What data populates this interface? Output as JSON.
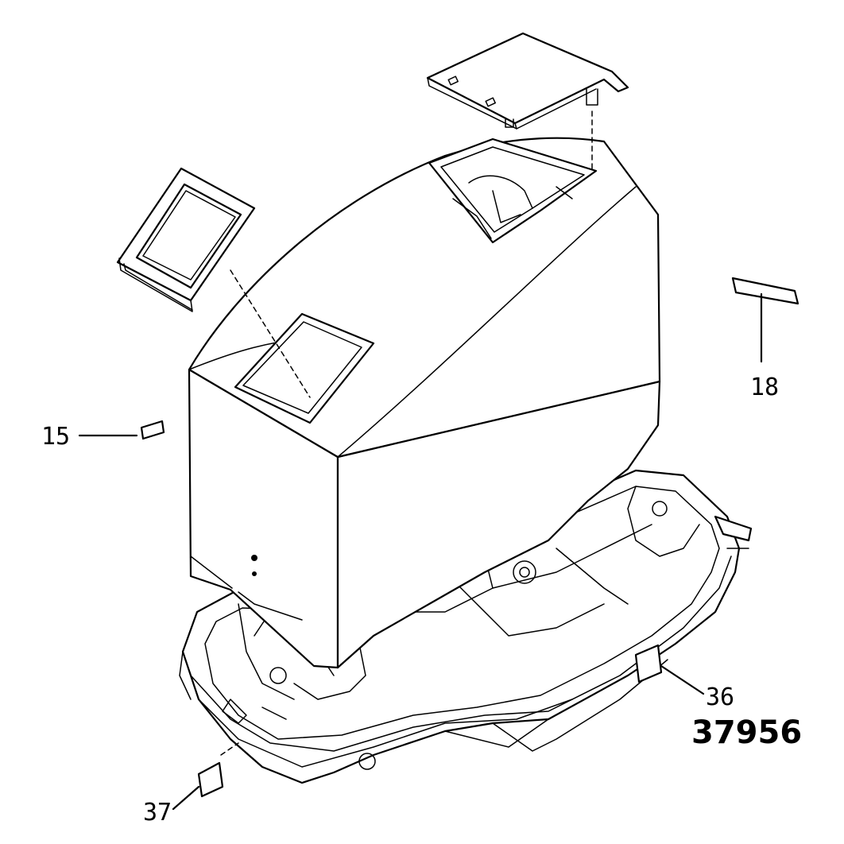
{
  "callouts": {
    "c15": "15",
    "c18": "18",
    "c36": "36",
    "c37": "37"
  },
  "drawing_number": "37956",
  "colors": {
    "ink": "#000000",
    "paper": "#ffffff"
  }
}
